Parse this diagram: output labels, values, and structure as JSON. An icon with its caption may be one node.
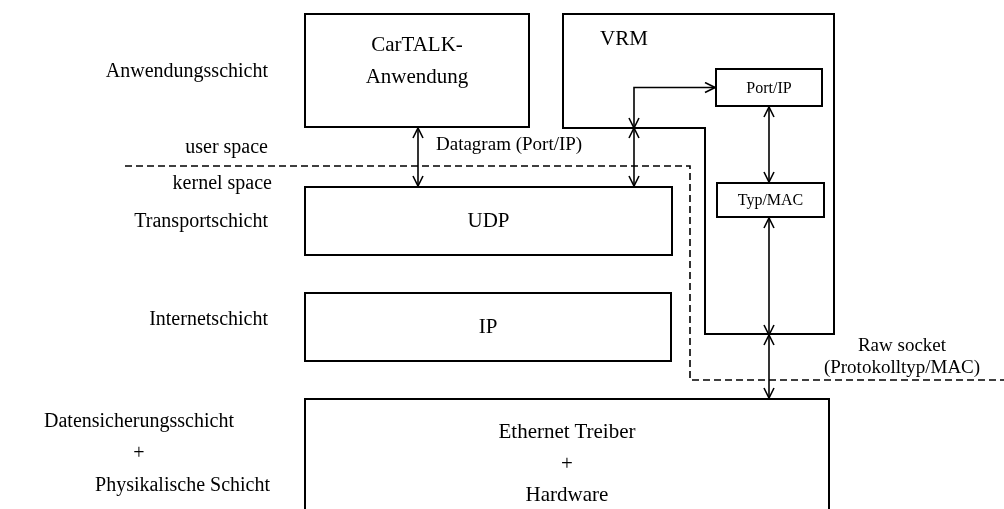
{
  "diagram": {
    "nodes": [
      {
        "text": [
          "CarTALK-Anwendung"
        ]
      },
      {
        "text": [
          "VRM"
        ]
      },
      {
        "text": [
          "Port/IP"
        ],
        "in": 1
      },
      {
        "text": [
          "Typ/MAC"
        ],
        "in": 1
      },
      {
        "text": [
          "UDP"
        ]
      },
      {
        "text": [
          "IP"
        ]
      },
      {
        "text": [
          "Ethernet Treiber",
          "+",
          "Hardware"
        ]
      }
    ],
    "edges": [
      {
        "from": 0,
        "to": 4,
        "arrow": "both",
        "label": "Datagram (Port/IP)"
      },
      {
        "from": 2,
        "to": 1,
        "arrow": "both"
      },
      {
        "from": 1,
        "to": 4,
        "arrow": "both"
      },
      {
        "from": 2,
        "to": 3,
        "arrow": "both"
      },
      {
        "from": 3,
        "to": 1,
        "arrow": "both"
      },
      {
        "from": 1,
        "to": 6,
        "arrow": "both",
        "label": "Raw socket (Protokolltyp/MAC)"
      }
    ],
    "labels": [
      "Anwendungsschicht",
      "user space",
      "kernel space",
      "Transportschicht",
      "Internetschicht",
      "Datensicherungsschicht",
      "+",
      "Physikalische Schicht"
    ]
  }
}
